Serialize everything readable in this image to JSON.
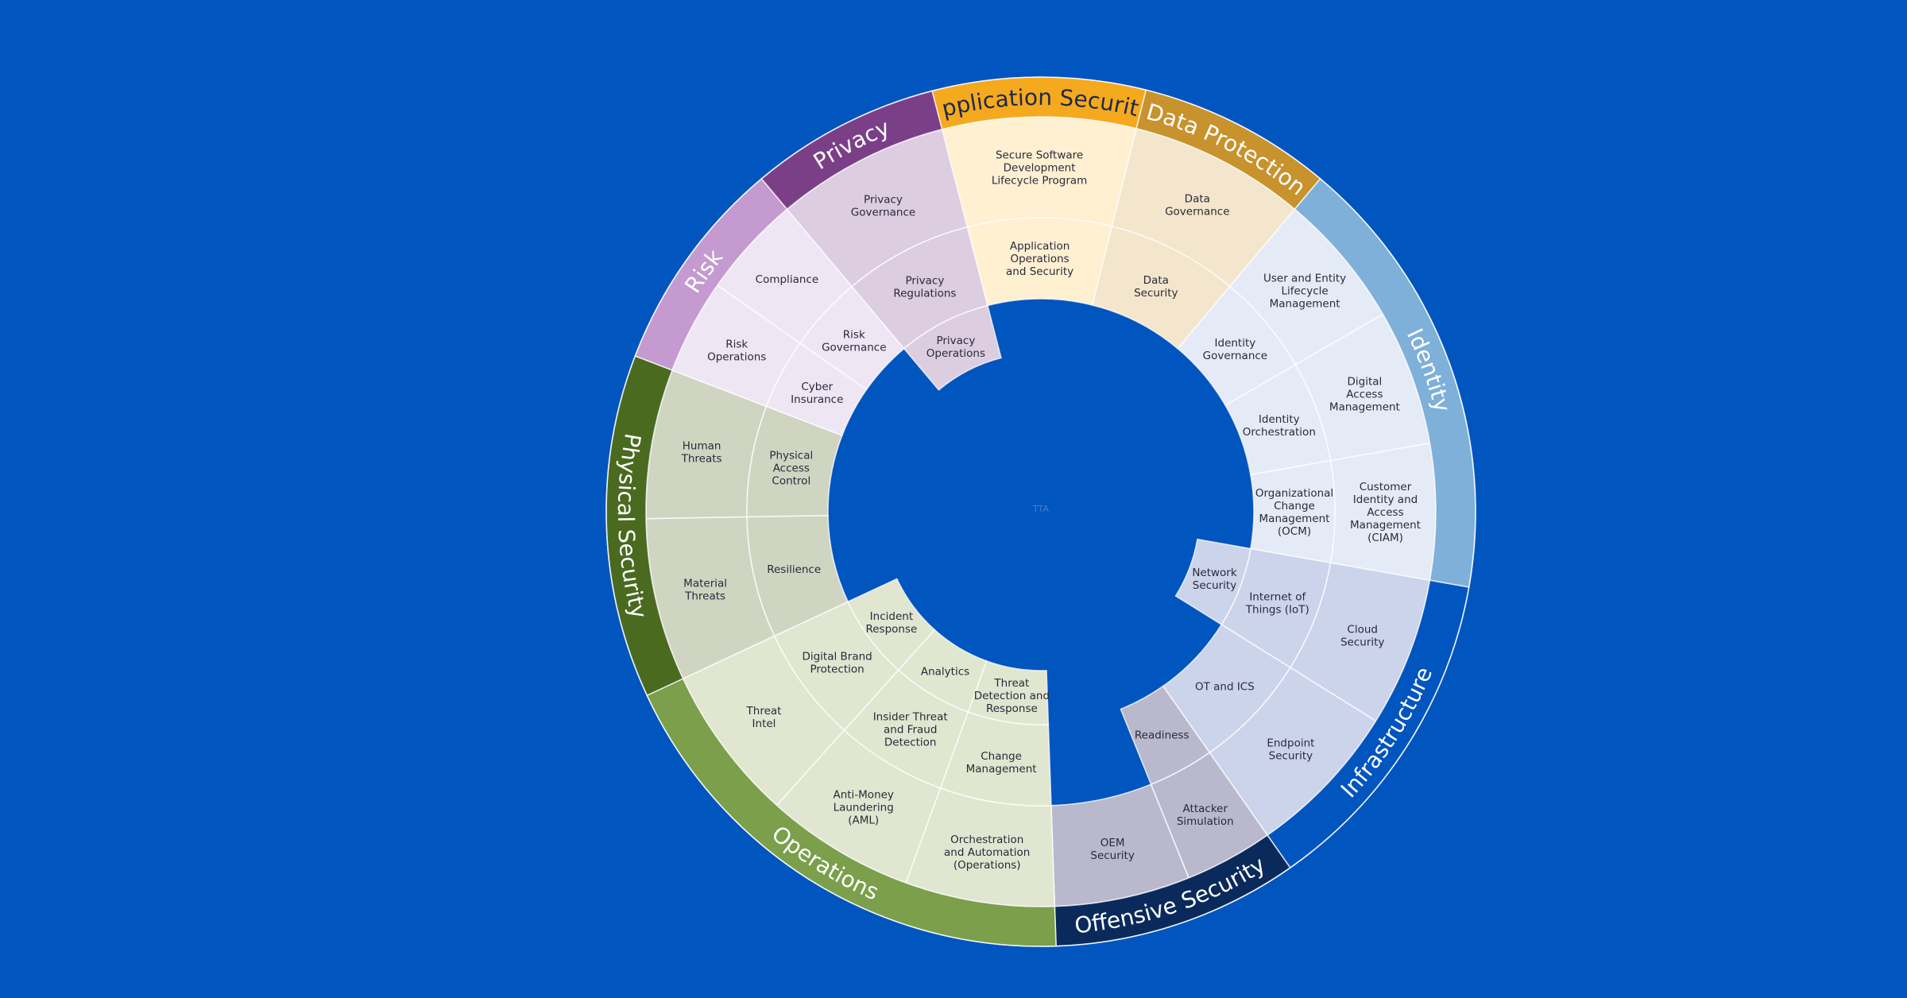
{
  "center_label": "TTA",
  "categories": [
    {
      "name": "Application Security",
      "start": -14.5,
      "end": 14,
      "band": "#f5a91e",
      "fill": "#fff0d2",
      "dark": true,
      "rings": [
        [
          {
            "label": "Secure Software\nDevelopment\nLifecycle Program",
            "s": -14.5,
            "e": 14
          }
        ],
        [
          {
            "label": "Application\nOperations\nand Security",
            "s": -14.5,
            "e": 14
          }
        ]
      ]
    },
    {
      "name": "Data Protection",
      "start": 14,
      "end": 40,
      "band": "#c8922c",
      "fill": "#f3e6cc",
      "dark": false,
      "rings": [
        [
          {
            "label": "Data\nGovernance",
            "s": 14,
            "e": 40
          }
        ],
        [
          {
            "label": "Data\nSecurity",
            "s": 14,
            "e": 40
          }
        ]
      ]
    },
    {
      "name": "Identity",
      "start": 40,
      "end": 100,
      "band": "#7eb0d9",
      "fill": "#e4ebf6",
      "dark": false,
      "rings": [
        [
          {
            "label": "User and Entity\nLifecycle\nManagement",
            "s": 40,
            "e": 60
          },
          {
            "label": "Digital\nAccess\nManagement",
            "s": 60,
            "e": 80
          },
          {
            "label": "Customer\nIdentity and\nAccess\nManagement\n(CIAM)",
            "s": 80,
            "e": 100
          }
        ],
        [
          {
            "label": "Identity\nGovernance",
            "s": 40,
            "e": 60
          },
          {
            "label": "Identity\nOrchestration",
            "s": 60,
            "e": 80
          },
          {
            "label": "Organizational\nChange\nManagement\n(OCM)",
            "s": 80,
            "e": 100
          }
        ]
      ]
    },
    {
      "name": "Infrastructure",
      "start": 100,
      "end": 145,
      "band": "#0055bf",
      "fill": "#ccd4ec",
      "dark": false,
      "rings": [
        [
          {
            "label": "Cloud\nSecurity",
            "s": 100,
            "e": 122
          },
          {
            "label": "Endpoint\nSecurity",
            "s": 122,
            "e": 145
          }
        ],
        [
          {
            "label": "Internet of\nThings (IoT)",
            "s": 100,
            "e": 122
          },
          {
            "label": "OT and ICS",
            "s": 122,
            "e": 145
          }
        ],
        [
          {
            "label": "Network\nSecurity",
            "s": 100,
            "e": 122
          }
        ]
      ]
    },
    {
      "name": "Offensive Security",
      "start": 145,
      "end": 178,
      "band": "#0a2a5c",
      "fill": "#bab8cc",
      "dark": false,
      "rings": [
        [
          {
            "label": "OEM\nSecurity",
            "s": 158,
            "e": 178
          },
          {
            "label": "Attacker\nSimulation",
            "s": 145,
            "e": 158
          }
        ],
        [
          {
            "label": "Readiness",
            "s": 145,
            "e": 158
          }
        ]
      ]
    },
    {
      "name": "Operations",
      "start": 178,
      "end": 245,
      "band": "#7b9f4a",
      "fill": "#e0e6d0",
      "dark": false,
      "rings": [
        [
          {
            "label": "Orchestration\nand Automation\n(Operations)",
            "s": 178,
            "e": 200
          },
          {
            "label": "Anti-Money\nLaundering\n(AML)",
            "s": 200,
            "e": 222
          },
          {
            "label": "Threat\nIntel",
            "s": 222,
            "e": 245
          }
        ],
        [
          {
            "label": "Change\nManagement",
            "s": 178,
            "e": 200
          },
          {
            "label": "Insider Threat\nand Fraud\nDetection",
            "s": 200,
            "e": 222
          },
          {
            "label": "Digital Brand\nProtection",
            "s": 222,
            "e": 245
          }
        ],
        [
          {
            "label": "Threat\nDetection and\nResponse",
            "s": 178,
            "e": 200
          },
          {
            "label": "Analytics",
            "s": 200,
            "e": 222
          },
          {
            "label": "Incident\nResponse",
            "s": 222,
            "e": 245
          }
        ]
      ]
    },
    {
      "name": "Physical Security",
      "start": 245,
      "end": 291,
      "band": "#4a6a20",
      "fill": "#d0d5c2",
      "dark": false,
      "rings": [
        [
          {
            "label": "Material\nThreats",
            "s": 245,
            "e": 269
          },
          {
            "label": "Human\nThreats",
            "s": 269,
            "e": 291
          }
        ],
        [
          {
            "label": "Resilience",
            "s": 245,
            "e": 269
          },
          {
            "label": "Physical\nAccess\nControl",
            "s": 269,
            "e": 291
          }
        ]
      ]
    },
    {
      "name": "Risk",
      "start": 291,
      "end": 320,
      "band": "#c49ad0",
      "fill": "#efe6f4",
      "dark": false,
      "rings": [
        [
          {
            "label": "Risk\nOperations",
            "s": 291,
            "e": 305
          },
          {
            "label": "Compliance",
            "s": 305,
            "e": 320
          }
        ],
        [
          {
            "label": "Cyber\nInsurance",
            "s": 291,
            "e": 305
          },
          {
            "label": "Risk\nGovernance",
            "s": 305,
            "e": 320
          }
        ]
      ]
    },
    {
      "name": "Privacy",
      "start": 320,
      "end": 345.5,
      "band": "#7b3f88",
      "fill": "#dccde1",
      "dark": false,
      "rings": [
        [
          {
            "label": "Privacy\nGovernance",
            "s": 320,
            "e": 345.5
          }
        ],
        [
          {
            "label": "Privacy\nRegulations",
            "s": 320,
            "e": 345.5
          }
        ],
        [
          {
            "label": "Privacy\nOperations",
            "s": 320,
            "e": 345.5
          }
        ]
      ]
    }
  ]
}
